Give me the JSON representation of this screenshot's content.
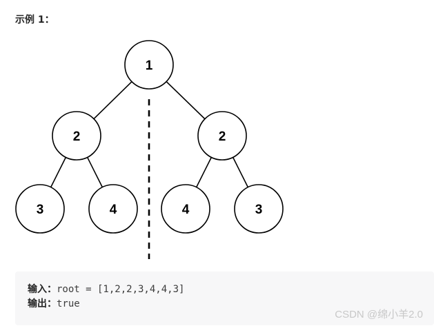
{
  "example": {
    "title": "示例 1："
  },
  "tree": {
    "nodes": [
      {
        "id": "root",
        "label": "1"
      },
      {
        "id": "left",
        "label": "2"
      },
      {
        "id": "right",
        "label": "2"
      },
      {
        "id": "left-left",
        "label": "3"
      },
      {
        "id": "left-right",
        "label": "4"
      },
      {
        "id": "right-left",
        "label": "4"
      },
      {
        "id": "right-right",
        "label": "3"
      }
    ],
    "edges": [
      [
        "root",
        "left"
      ],
      [
        "root",
        "right"
      ],
      [
        "left",
        "left-left"
      ],
      [
        "left",
        "left-right"
      ],
      [
        "right",
        "right-left"
      ],
      [
        "right",
        "right-right"
      ]
    ],
    "symmetry_axis": "dashed vertical line",
    "node_fill": "#ffffff",
    "stroke_color": "#000000"
  },
  "io": {
    "input_label": "输入：",
    "input_value": "root = [1,2,2,3,4,4,3]",
    "output_label": "输出：",
    "output_value": "true",
    "background": "#f7f7f8"
  },
  "watermark": {
    "text": "CSDN @绵小羊2.0"
  }
}
